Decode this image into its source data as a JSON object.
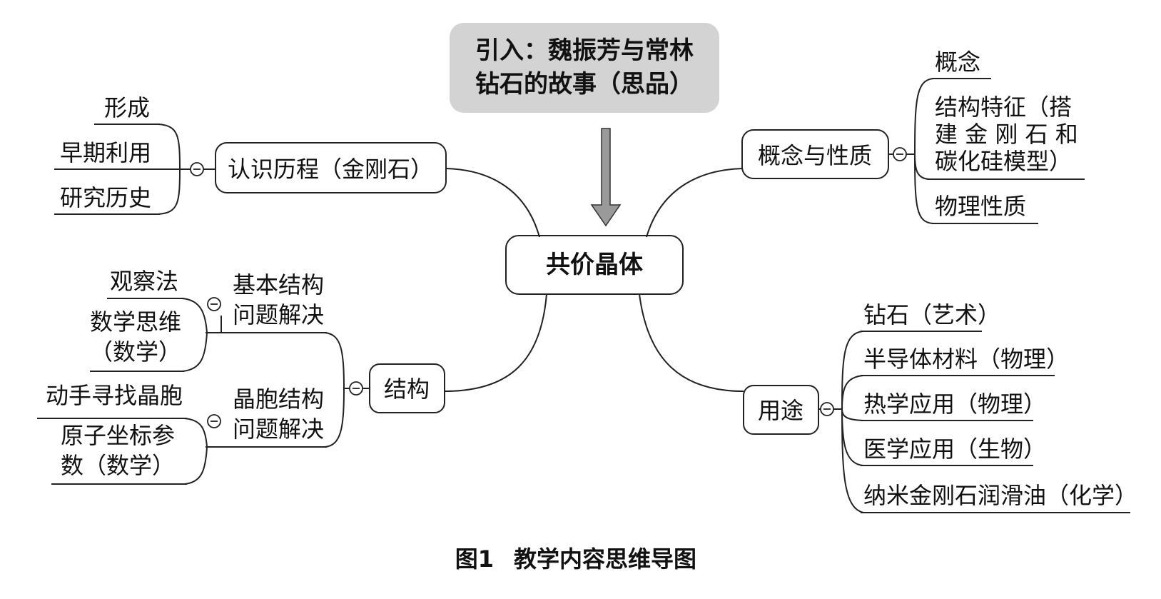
{
  "intro": {
    "lines": [
      "引入：魏振芳与常林",
      "钻石的故事（思品）"
    ]
  },
  "center": {
    "label": "共价晶体"
  },
  "branches": {
    "history": {
      "label": "认识历程（金刚石）",
      "items": [
        "形成",
        "早期利用",
        "研究历史"
      ]
    },
    "concept": {
      "label": "概念与性质",
      "items": [
        {
          "lines": [
            "概念"
          ]
        },
        {
          "lines": [
            "结构特征（搭",
            "建 金 刚 石 和",
            "碳化硅模型）"
          ]
        },
        {
          "lines": [
            "物理性质"
          ]
        }
      ]
    },
    "structure": {
      "label": "结构",
      "sub": [
        {
          "lines": [
            "基本结构",
            "问题解决"
          ],
          "items": [
            {
              "lines": [
                "观察法"
              ]
            },
            {
              "lines": [
                "数学思维",
                "（数学）"
              ]
            }
          ]
        },
        {
          "lines": [
            "晶胞结构",
            "问题解决"
          ],
          "items": [
            {
              "lines": [
                "动手寻找晶胞"
              ]
            },
            {
              "lines": [
                "原子坐标参",
                "数（数学）"
              ]
            }
          ]
        }
      ]
    },
    "usage": {
      "label": "用途",
      "items": [
        "钻石（艺术）",
        "半导体材料（物理）",
        "热学应用（物理）",
        "医学应用（生物）",
        "纳米金刚石润滑油（化学）"
      ]
    }
  },
  "caption": {
    "figure": "图1",
    "title": "教学内容思维导图"
  }
}
